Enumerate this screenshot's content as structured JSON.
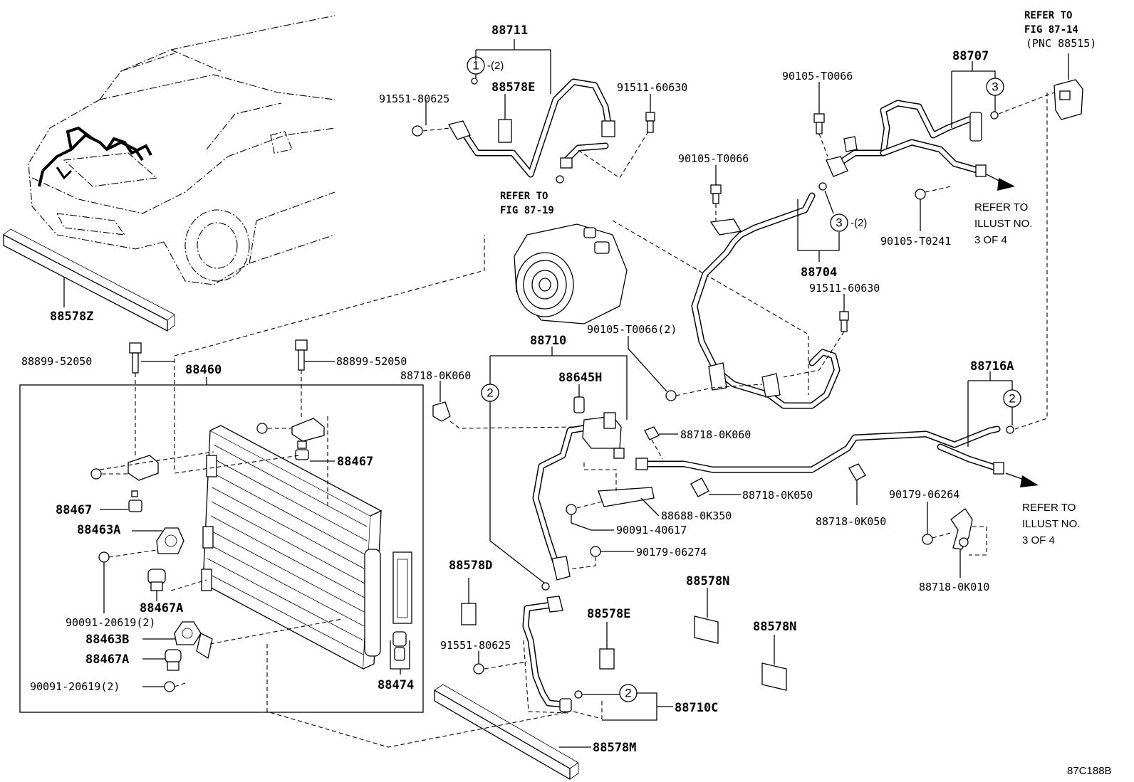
{
  "diagram_code": "87C188B",
  "refer_fig_87_14": [
    "REFER TO",
    "FIG 87-14",
    "(PNC 88515)"
  ],
  "refer_fig_87_19": [
    "REFER TO",
    "FIG 87-19"
  ],
  "refer_illust_upper": [
    "REFER TO",
    "ILLUST NO.",
    "3 OF 4"
  ],
  "refer_illust_lower": [
    "REFER TO",
    "ILLUST NO.",
    "3 OF 4"
  ],
  "labels": {
    "p88711": "88711",
    "p88578E_top": "88578E",
    "p91551_80625_top": "91551-80625",
    "p91511_60630_top": "91511-60630",
    "p88707": "88707",
    "p90105_T0066_a": "90105-T0066",
    "p90105_T0066_b": "90105-T0066",
    "p90105_T0241": "90105-T0241",
    "p88704": "88704",
    "p91511_60630_mid": "91511-60630",
    "p90105_T0066_2": "90105-T0066(2)",
    "p88578Z": "88578Z",
    "p88899_52050_a": "88899-52050",
    "p88899_52050_b": "88899-52050",
    "p88460": "88460",
    "p88467_a": "88467",
    "p88467_b": "88467",
    "p88463A": "88463A",
    "p88467A_a": "88467A",
    "p90091_20619_a": "90091-20619(2)",
    "p88463B": "88463B",
    "p88467A_b": "88467A",
    "p90091_20619_b": "90091-20619(2)",
    "p88474": "88474",
    "p88710": "88710",
    "p88718_0K060_a": "88718-0K060",
    "p88645H": "88645H",
    "p88718_0K060_b": "88718-0K060",
    "p88716A": "88716A",
    "p88718_0K050_a": "88718-0K050",
    "p88688_0K350": "88688-0K350",
    "p90091_40617": "90091-40617",
    "p90179_06274": "90179-06274",
    "p88718_0K050_b": "88718-0K050",
    "p90179_06264": "90179-06264",
    "p88718_0K010": "88718-0K010",
    "p88578D": "88578D",
    "p88578N_a": "88578N",
    "p88578N_b": "88578N",
    "p88578E_low": "88578E",
    "p91551_80625_low": "91551-80625",
    "p88710C": "88710C",
    "p88578M": "88578M"
  },
  "callouts": {
    "c1": "1",
    "c1_qty": "-(2)",
    "c2_a": "2",
    "c2_b": "2",
    "c2_c": "2",
    "c3_a": "3",
    "c3_b": "3",
    "c3_qty": "-(2)"
  }
}
